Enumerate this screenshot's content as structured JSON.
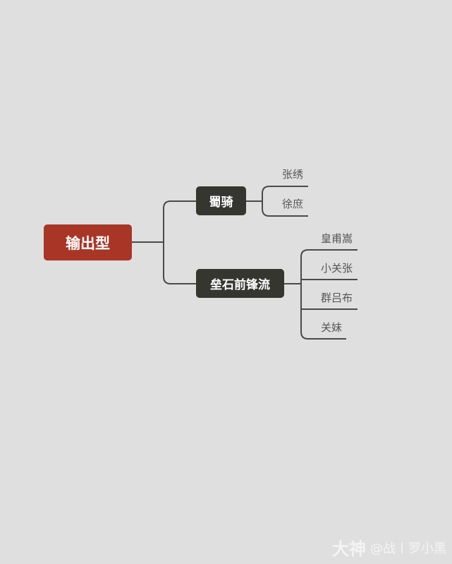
{
  "root": {
    "label": "输出型",
    "color": "#a93526"
  },
  "branches": [
    {
      "label": "蜀骑",
      "children": [
        "张绣",
        "徐庶"
      ]
    },
    {
      "label": "垒石前锋流",
      "children": [
        "皇甫嵩",
        "小关张",
        "群吕布",
        "关妹"
      ]
    }
  ],
  "watermark": {
    "logo": "大神",
    "author": "@战丨罗小黑"
  }
}
